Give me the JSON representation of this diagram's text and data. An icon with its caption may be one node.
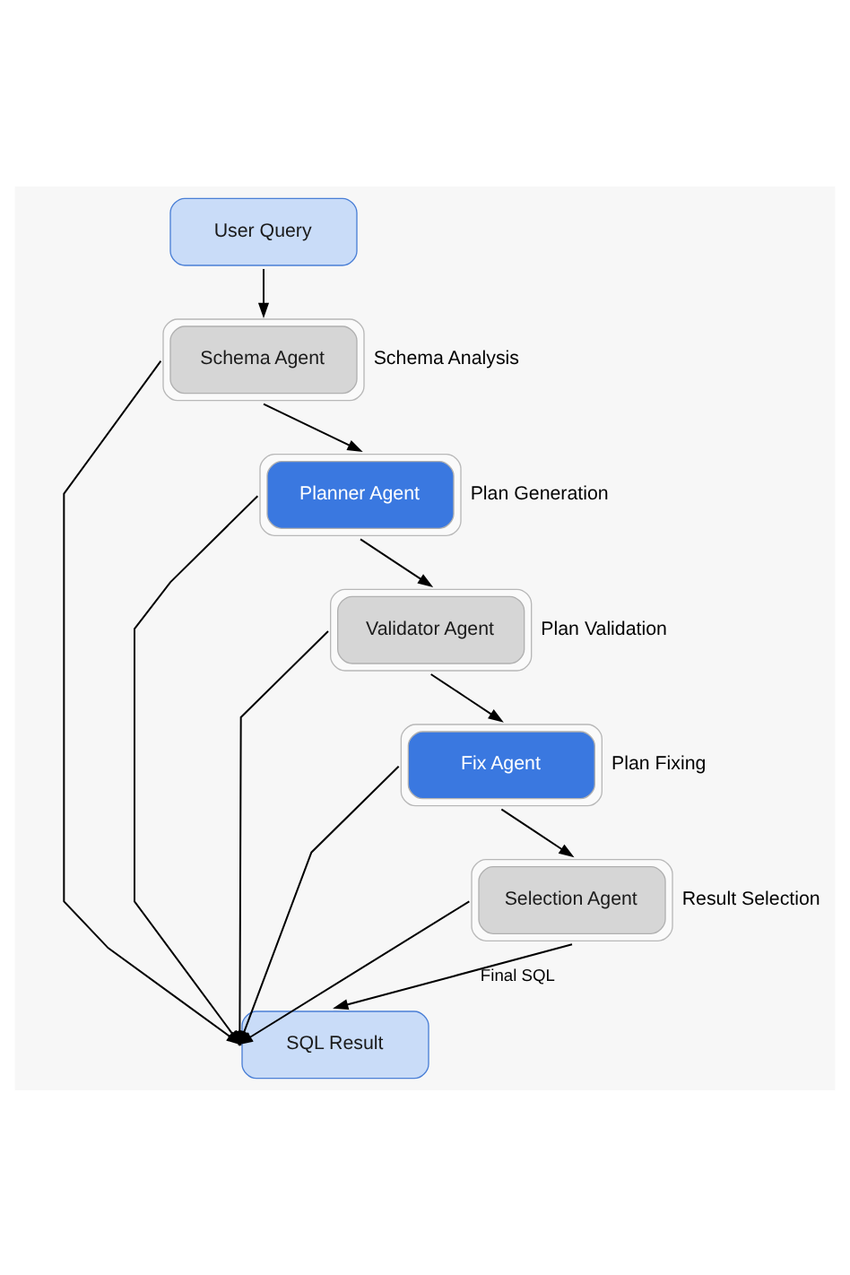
{
  "diagram": {
    "nodes": [
      {
        "text": [
          "User Query"
        ]
      },
      {
        "text": [
          "Schema Agent"
        ],
        "beside": [
          "Schema Analysis"
        ]
      },
      {
        "text": [
          "Planner Agent"
        ],
        "beside": [
          "Plan Generation"
        ]
      },
      {
        "text": [
          "Validator Agent"
        ],
        "beside": [
          "Plan Validation"
        ]
      },
      {
        "text": [
          "Fix Agent"
        ],
        "beside": [
          "Plan Fixing"
        ]
      },
      {
        "text": [
          "Selection Agent"
        ],
        "beside": [
          "Result Selection"
        ]
      },
      {
        "text": [
          "SQL Result"
        ]
      }
    ],
    "edges": [
      {
        "from": 0,
        "to": 1,
        "arrow": "to"
      },
      {
        "from": 1,
        "to": 2,
        "arrow": "to"
      },
      {
        "from": 2,
        "to": 3,
        "arrow": "to"
      },
      {
        "from": 3,
        "to": 4,
        "arrow": "to"
      },
      {
        "from": 4,
        "to": 5,
        "arrow": "to"
      },
      {
        "from": 5,
        "to": 6,
        "arrow": "to",
        "label": "Final SQL"
      },
      {
        "from": 1,
        "to": 6,
        "arrow": "to"
      },
      {
        "from": 2,
        "to": 6,
        "arrow": "to"
      },
      {
        "from": 3,
        "to": 6,
        "arrow": "to"
      },
      {
        "from": 4,
        "to": 6,
        "arrow": "to"
      },
      {
        "from": 5,
        "to": 6,
        "arrow": "to"
      }
    ]
  }
}
